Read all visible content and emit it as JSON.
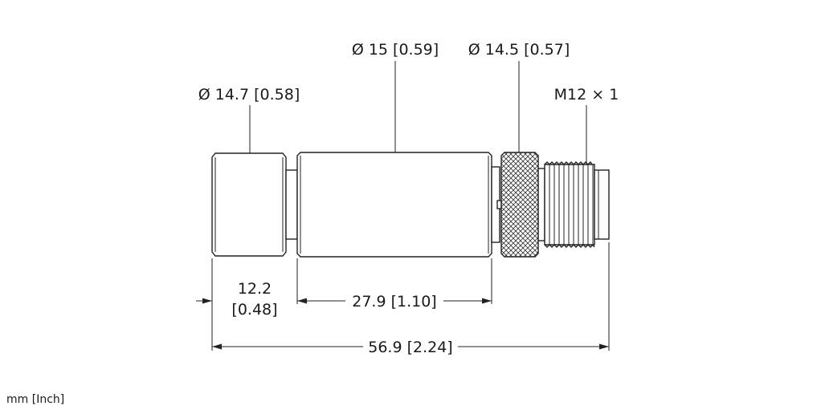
{
  "dimensions": {
    "dia_cap": "Ø 14.7 [0.58]",
    "dia_body": "Ø 15 [0.59]",
    "dia_nut": "Ø 14.5 [0.57]",
    "thread": "M12 × 1",
    "len_cap_mm": "12.2",
    "len_cap_in": "[0.48]",
    "len_body": "27.9 [1.10]",
    "len_total": "56.9 [2.24]"
  },
  "units_note": "mm [Inch]"
}
